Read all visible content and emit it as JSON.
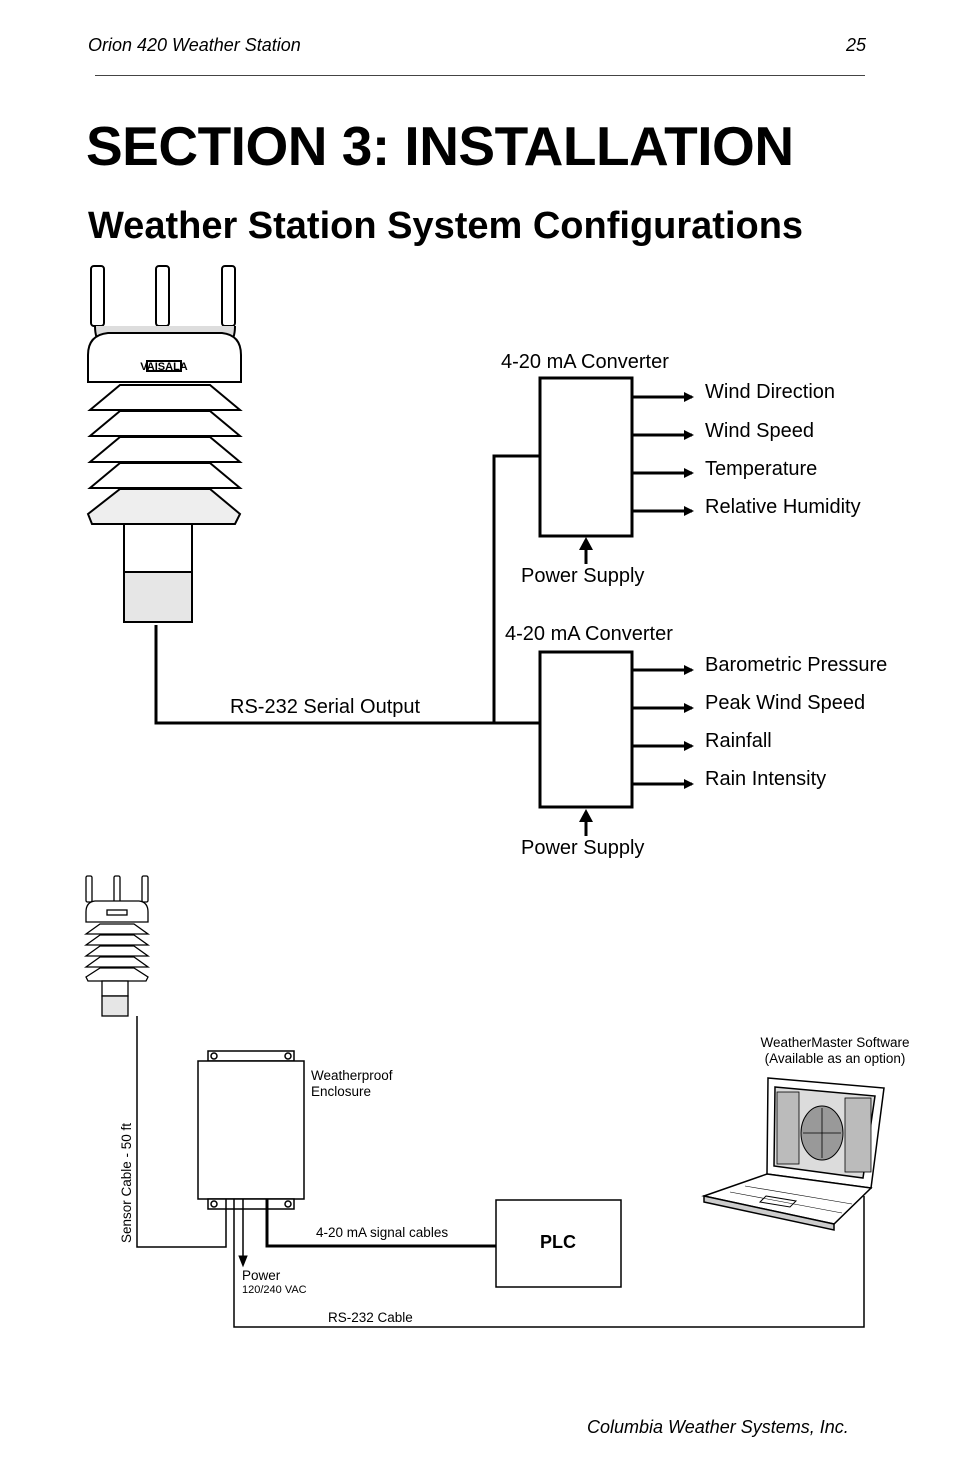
{
  "header": {
    "doc_title": "Orion 420 Weather Station",
    "page_number": "25"
  },
  "section_title": "SECTION 3: INSTALLATION",
  "subsection_title": "Weather Station System Configurations",
  "diagram1": {
    "converter_top_label": "4-20 mA Converter",
    "converter_bottom_label": "4-20 mA Converter",
    "top_outputs": [
      "Wind Direction",
      "Wind Speed",
      "Temperature",
      "Relative Humidity"
    ],
    "bottom_outputs": [
      "Barometric Pressure",
      "Peak Wind Speed",
      "Rainfall",
      "Rain Intensity"
    ],
    "power_supply_top": "Power Supply",
    "power_supply_bottom": "Power Supply",
    "serial_output_label": "RS-232 Serial Output",
    "sensor_logo_text": "VAISALA"
  },
  "diagram2": {
    "sensor_cable_label": "Sensor Cable - 50 ft",
    "enclosure_label_line1": "Weatherproof",
    "enclosure_label_line2": "Enclosure",
    "signal_cables_label": "4-20 mA signal cables",
    "plc_label": "PLC",
    "power_label": "Power",
    "power_voltage_label": "120/240 VAC",
    "rs232_cable_label": "RS-232 Cable",
    "software_label_line1": "WeatherMaster Software",
    "software_label_line2": "(Available as an option)"
  },
  "footer": {
    "company": "Columbia Weather Systems, Inc."
  }
}
